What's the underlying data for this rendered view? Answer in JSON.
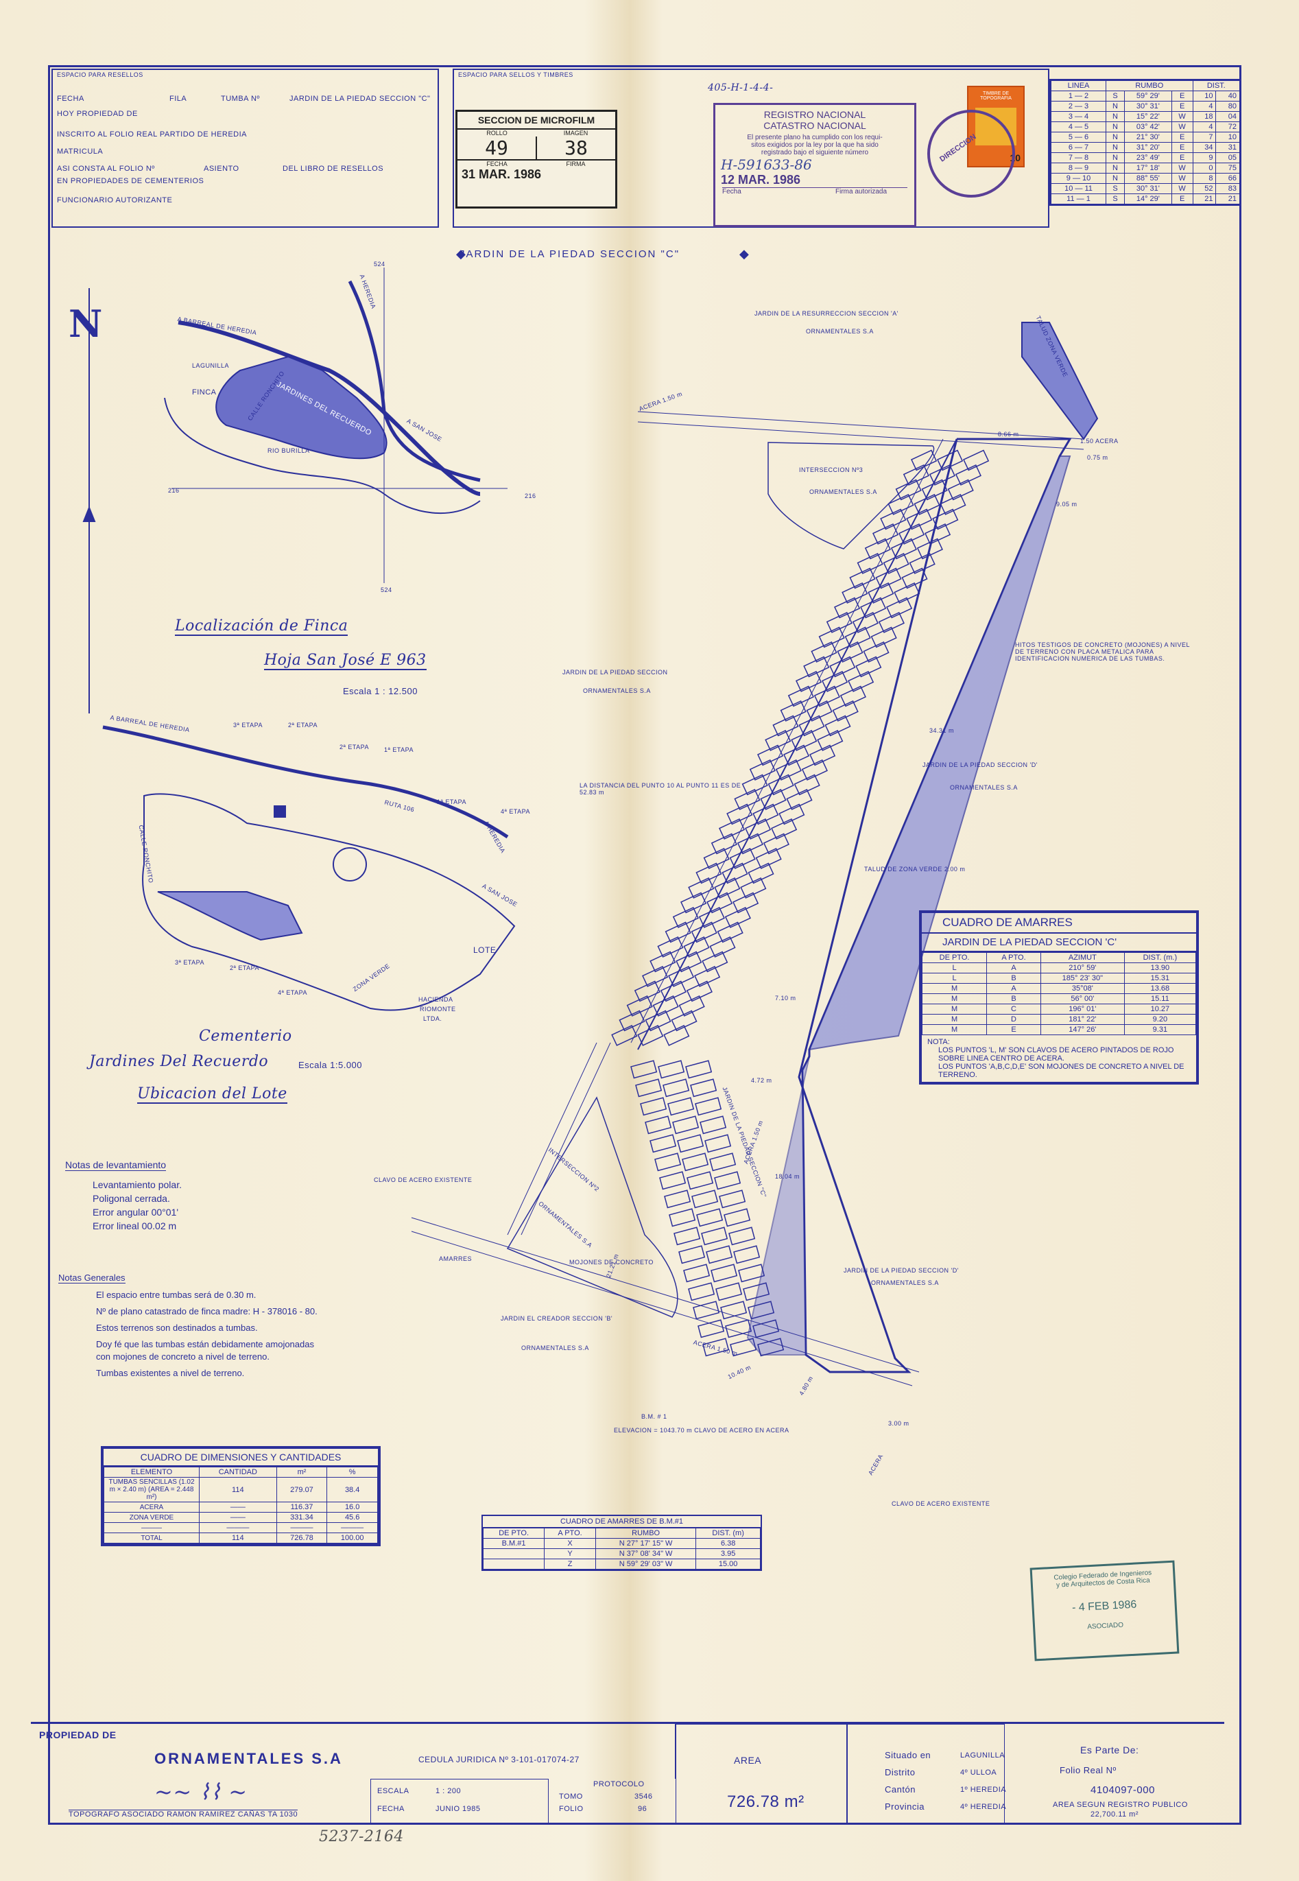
{
  "resellos": {
    "header": "ESPACIO PARA RESELLOS",
    "fecha": "FECHA",
    "fila": "FILA",
    "tumba": "TUMBA Nº",
    "jardin": "JARDIN DE LA PIEDAD SECCION \"C\"",
    "propiedad": "HOY PROPIEDAD DE",
    "inscrito": "INSCRITO AL FOLIO REAL PARTIDO DE HEREDIA",
    "matricula": "MATRICULA",
    "asi_consta": "ASI CONSTA AL FOLIO Nº",
    "asiento": "ASIENTO",
    "libro": "DEL LIBRO DE RESELLOS",
    "propiedades": "EN PROPIEDADES DE CEMENTERIOS",
    "funcionario": "FUNCIONARIO AUTORIZANTE"
  },
  "sellos": {
    "header": "ESPACIO PARA SELLOS Y TIMBRES",
    "ref": "405-H-1-4-4-",
    "microfilm_title": "SECCION DE MICROFILM",
    "rollo_label": "ROLLO",
    "imagen_label": "IMAGEN",
    "rollo": "49",
    "imagen": "38",
    "fecha_label": "FECHA",
    "firma_label": "FIRMA",
    "fecha": "31 MAR. 1986",
    "registro_title1": "REGISTRO NACIONAL",
    "registro_title2": "CATASTRO NACIONAL",
    "registro_text1": "El presente plano ha cumplido con los requi-",
    "registro_text2": "sitos exigidos por la ley por la que ha sido",
    "registro_text3": "registrado bajo el siguiente número",
    "registro_num": "H-591633-86",
    "registro_fecha": "12 MAR. 1986",
    "registro_fecha_label": "Fecha",
    "registro_firma_label": "Firma autorizada",
    "timbre_text": "TIMBRE DE TOPOGRAFIA",
    "timbre_value": "10",
    "direccion": "DIRECCION"
  },
  "rumbos": {
    "headers": [
      "LINEA",
      "RUMBO",
      "DIST."
    ],
    "rows": [
      [
        "1 — 2",
        "S",
        "59° 29'",
        "E",
        "10",
        "40"
      ],
      [
        "2 — 3",
        "N",
        "30° 31'",
        "E",
        "4",
        "80"
      ],
      [
        "3 — 4",
        "N",
        "15° 22'",
        "W",
        "18",
        "04"
      ],
      [
        "4 — 5",
        "N",
        "03° 42'",
        "W",
        "4",
        "72"
      ],
      [
        "5 — 6",
        "N",
        "21° 30'",
        "E",
        "7",
        "10"
      ],
      [
        "6 — 7",
        "N",
        "31° 20'",
        "E",
        "34",
        "31"
      ],
      [
        "7 — 8",
        "N",
        "23° 49'",
        "E",
        "9",
        "05"
      ],
      [
        "8 — 9",
        "N",
        "17° 18'",
        "W",
        "0",
        "75"
      ],
      [
        "9 — 10",
        "N",
        "88° 55'",
        "W",
        "8",
        "66"
      ],
      [
        "10 — 11",
        "S",
        "30° 31'",
        "W",
        "52",
        "83"
      ],
      [
        "11 — 1",
        "S",
        "14° 29'",
        "E",
        "21",
        "21"
      ]
    ]
  },
  "map": {
    "north": "N",
    "loc_title": "Localización de Finca",
    "hoja": "Hoja San José E 963",
    "escala1": "Escala 1 : 12.500",
    "loc_labels": [
      "A BARREAL DE HEREDIA",
      "LAGUNILLA",
      "FINCA",
      "CALLE RONCHITO",
      "JARDINES DEL RECUERDO",
      "RIO BURILLA",
      "A SAN JOSE",
      "A HEREDIA"
    ],
    "grid_524_top": "524",
    "grid_524_bottom": "524",
    "grid_216_left": "216",
    "grid_216_right": "216",
    "cem_title": "Cementerio",
    "cem_name": "Jardines Del Recuerdo",
    "escala2": "Escala 1:5.000",
    "ubicacion": "Ubicacion del Lote",
    "lote": "LOTE",
    "cem_labels": [
      "A BARREAL DE HEREDIA",
      "3ª ETAPA",
      "2ª ETAPA",
      "2ª ETAPA",
      "1ª ETAPA",
      "1ª ETAPA",
      "4ª ETAPA",
      "RUTA 106",
      "A HEREDIA",
      "A SAN JOSE",
      "CALLE RONCHITO",
      "3ª ETAPA",
      "2ª ETAPA",
      "4ª ETAPA",
      "ZONA VERDE",
      "HACIENDA",
      "RIOMONTE",
      "LTDA."
    ]
  },
  "plan": {
    "header": "JARDIN DE LA PIEDAD SECCION \"C\"",
    "labels": [
      "JARDIN DE LA RESURRECCION SECCION 'A'",
      "ORNAMENTALES S.A",
      "INTERSECCION Nº3",
      "ORNAMENTALES S.A",
      "JARDIN DE LA PIEDAD SECCION",
      "ORNAMENTALES S.A",
      "LA DISTANCIA DEL PUNTO 10 AL PUNTO 11 ES DE 52.83 m",
      "HITOS TESTIGOS DE CONCRETO (MOJONES) A NIVEL DE TERRENO CON PLACA METALICA PARA IDENTIFICACION NUMERICA DE LAS TUMBAS.",
      "JARDIN DE LA PIEDAD SECCION 'D'",
      "ORNAMENTALES S.A",
      "TALUD DE ZONA VERDE 2.00 m",
      "INTERSECCION Nº2",
      "ORNAMENTALES S.A",
      "CLAVO DE ACERO EXISTENTE",
      "AMARRES",
      "MOJONES DE CONCRETO",
      "JARDIN EL CREADOR SECCION 'B'",
      "ORNAMENTALES S.A",
      "JARDIN DE LA PIEDAD SECCION 'D'",
      "ORNAMENTALES S.A",
      "B.M. # 1",
      "ELEVACION = 1043.70 m CLAVO DE ACERO EN ACERA",
      "CLAVO DE ACERO EXISTENTE",
      "JARDIN DE LA PIEDAD SECCION \"C\"",
      "ACERA 1.50 m",
      "ACERA 1.50 m",
      "ACERA 1.50 m",
      "TALUD ZONA VERDE",
      "ACERA",
      "8.66 m",
      "1.50 ACERA",
      "0.75 m",
      "9.05 m",
      "34.31 m",
      "7.10 m",
      "4.72 m",
      "18.04 m",
      "10.40 m",
      "4.80 m",
      "3.00 m",
      "21.21 m"
    ]
  },
  "amarres": {
    "title": "CUADRO DE AMARRES",
    "subtitle": "JARDIN DE LA PIEDAD SECCION 'C'",
    "headers": [
      "DE PTO.",
      "A PTO.",
      "AZIMUT",
      "DIST. (m.)"
    ],
    "rows": [
      [
        "L",
        "A",
        "210° 59'",
        "13.90"
      ],
      [
        "L",
        "B",
        "185° 23' 30\"",
        "15.31"
      ],
      [
        "M",
        "A",
        "35°08'",
        "13.68"
      ],
      [
        "M",
        "B",
        "56° 00'",
        "15.11"
      ],
      [
        "M",
        "C",
        "196° 01'",
        "10.27"
      ],
      [
        "M",
        "D",
        "181° 22'",
        "9.20"
      ],
      [
        "M",
        "E",
        "147° 26'",
        "9.31"
      ]
    ],
    "nota_title": "NOTA:",
    "nota1": "LOS PUNTOS 'L, M' SON CLAVOS DE ACERO PINTADOS DE ROJO SOBRE LINEA CENTRO DE ACERA.",
    "nota2": "LOS PUNTOS 'A,B,C,D,E' SON MOJONES DE CONCRETO A NIVEL DE TERRENO."
  },
  "levantamiento": {
    "title": "Notas de levantamiento",
    "items": [
      "Levantamiento polar.",
      "Poligonal cerrada.",
      "Error angular 00°01'",
      "Error lineal 00.02 m"
    ]
  },
  "generales": {
    "title": "Notas Generales",
    "items": [
      "El espacio entre tumbas será de 0.30 m.",
      "Nº de plano catastrado de finca madre: H - 378016 - 80.",
      "Estos terrenos son destinados a tumbas.",
      "Doy fé que las tumbas están debidamente amojonadas con mojones de concreto a nivel de terreno.",
      "Tumbas existentes a nivel de terreno."
    ]
  },
  "dimensiones": {
    "title": "CUADRO DE DIMENSIONES Y CANTIDADES",
    "headers": [
      "ELEMENTO",
      "CANTIDAD",
      "m²",
      "%"
    ],
    "rows": [
      [
        "TUMBAS SENCILLAS (1.02 m × 2.40 m) (AREA = 2.448 m²)",
        "114",
        "279.07",
        "38.4"
      ],
      [
        "ACERA",
        "——",
        "116.37",
        "16.0"
      ],
      [
        "ZONA VERDE",
        "——",
        "331.34",
        "45.6"
      ],
      [
        "———",
        "———",
        "———",
        "———"
      ],
      [
        "TOTAL",
        "114",
        "726.78",
        "100.00"
      ]
    ]
  },
  "bm": {
    "title": "CUADRO DE AMARRES DE B.M.#1",
    "headers": [
      "DE PTO.",
      "A PTO.",
      "RUMBO",
      "DIST. (m)"
    ],
    "rows": [
      [
        "B.M.#1",
        "X",
        "N 27° 17' 15\" W",
        "6.38"
      ],
      [
        "",
        "Y",
        "N 37° 08' 34\" W",
        "3.95"
      ],
      [
        "",
        "Z",
        "N 59° 29' 03\" W",
        "15.00"
      ]
    ]
  },
  "colegio": {
    "text1": "Colegio Federado de Ingenieros",
    "text2": "y de Arquitectos de Costa Rica",
    "fecha": "- 4 FEB 1986",
    "label": "ASOCIADO"
  },
  "title_block": {
    "propiedad_label": "PROPIEDAD DE",
    "propietario": "ORNAMENTALES S.A",
    "cedula": "CEDULA JURIDICA Nº 3-101-017074-27",
    "topografo": "TOPOGRAFO ASOCIADO RAMON RAMIREZ CAÑAS TA 1030",
    "escala_label": "ESCALA",
    "escala": "1 : 200",
    "fecha_label": "FECHA",
    "fecha": "JUNIO 1985",
    "protocolo": "PROTOCOLO",
    "tomo_label": "TOMO",
    "tomo": "3546",
    "folio_label": "FOLIO",
    "folio": "96",
    "area_label": "AREA",
    "area": "726.78 m²",
    "situado_label": "Situado en",
    "situado": "LAGUNILLA",
    "distrito_label": "Distrito",
    "distrito": "4º ULLOA",
    "canton_label": "Cantón",
    "canton": "1º HEREDIA",
    "provincia_label": "Provincia",
    "provincia": "4º HEREDIA",
    "parte_label": "Es Parte De:",
    "folio_real_label": "Folio Real Nº",
    "folio_real": "4104097-000",
    "area_registro_label": "AREA SEGUN REGISTRO PUBLICO",
    "area_registro": "22,700.11 m²",
    "bottom_note": "5237-2164"
  }
}
